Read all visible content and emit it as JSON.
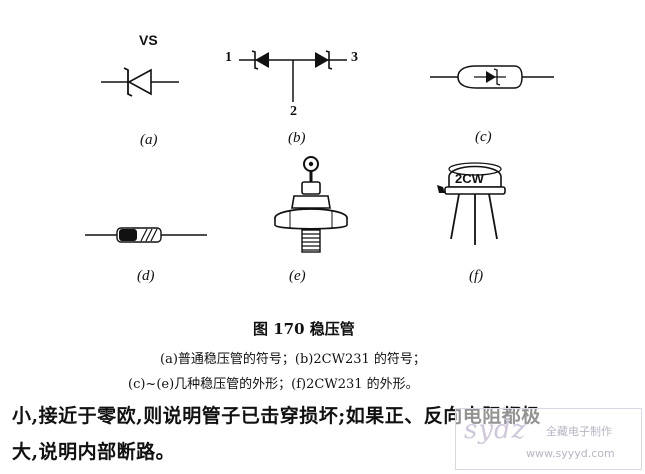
{
  "figures": {
    "a": {
      "symbol_label": "VS",
      "label": "(a)"
    },
    "b": {
      "pin1": "1",
      "pin2": "2",
      "pin3": "3",
      "label": "(b)"
    },
    "c": {
      "label": "(c)"
    },
    "d": {
      "label": "(d)"
    },
    "e": {
      "label": "(e)"
    },
    "f": {
      "marking": "2CW",
      "label": "(f)"
    }
  },
  "caption": {
    "title": "图 170   稳压管",
    "line1": "(a)普通稳压管的符号；(b)2CW231 的符号；",
    "line2": "(c)~(e)几种稳压管的外形；(f)2CW231 的外形。"
  },
  "body": {
    "line1": "小,接近于零欧,则说明管子已击穿损坏;如果正、反向电阻都极",
    "line2": "大,说明内部断路。"
  },
  "watermark": {
    "logo": "sydz",
    "line1": "全藏电子制作",
    "line2": "www.syyyd.com"
  }
}
